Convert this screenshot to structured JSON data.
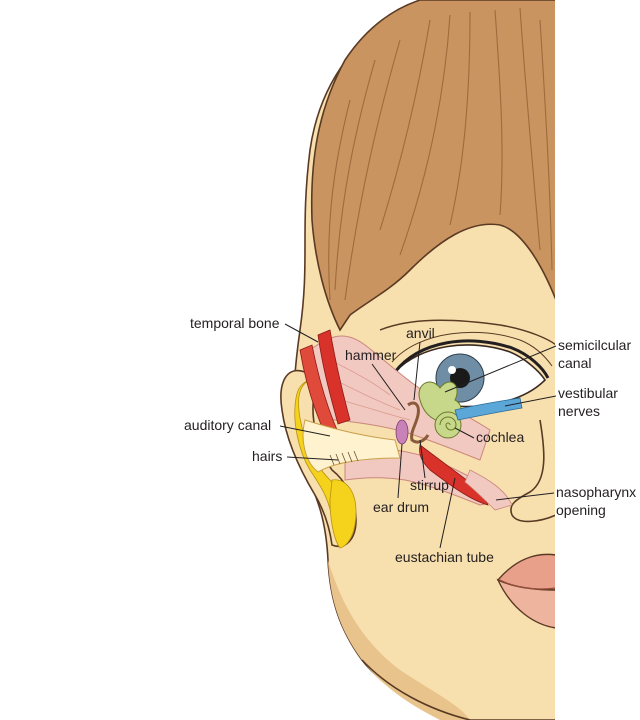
{
  "diagram": {
    "labels": {
      "temporal_bone": "temporal bone",
      "anvil": "anvil",
      "hammer": "hammer",
      "semicircular_canal_line1": "semicilcular",
      "semicircular_canal_line2": "canal",
      "vestibular_nerves_line1": "vestibular",
      "vestibular_nerves_line2": "nerves",
      "auditory_canal": "auditory canal",
      "cochlea": "cochlea",
      "hairs": "hairs",
      "stirrup": "stirrup",
      "ear_drum": "ear drum",
      "nasopharynx_opening_line1": "nasopharynx",
      "nasopharynx_opening_line2": "opening",
      "eustachian_tube": "eustachian tube"
    },
    "colors": {
      "skin": "#f7dfae",
      "skin_shadow": "#e3bf86",
      "hair": "#c9945f",
      "hair_dark": "#9e6b3c",
      "bone": "#f2c9c0",
      "bone_dark": "#d99b8f",
      "muscle_red": "#d8322b",
      "cartilage_yellow": "#f5d21b",
      "canal_cream": "#fff3cf",
      "inner_ear_green": "#c8d88a",
      "nerve_blue": "#5aa7d8",
      "eardrum_pink": "#c982b8",
      "iris": "#6f8ea6",
      "lip": "#e8a08a",
      "outline": "#5b3a24"
    }
  }
}
